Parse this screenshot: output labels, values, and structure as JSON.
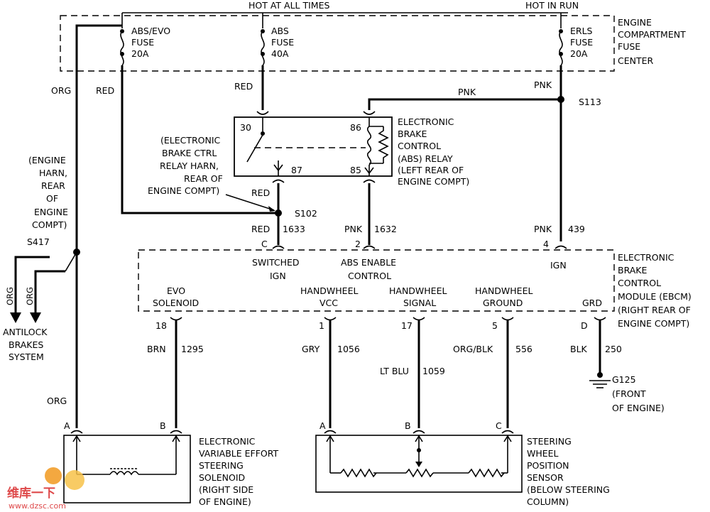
{
  "header": {
    "hot_at_all_times": "HOT AT ALL TIMES",
    "hot_in_run": "HOT IN RUN"
  },
  "fuse_center": {
    "label_lines": [
      "ENGINE",
      "COMPARTMENT",
      "FUSE",
      "CENTER"
    ]
  },
  "fuses": [
    {
      "lines": [
        "ABS/EVO",
        "FUSE",
        "20A"
      ]
    },
    {
      "lines": [
        "ABS",
        "FUSE",
        "40A"
      ]
    },
    {
      "lines": [
        "ERLS",
        "FUSE",
        "20A"
      ]
    }
  ],
  "wires": {
    "org_top": "ORG",
    "red_1": "RED",
    "red_2": "RED",
    "red_3": "RED",
    "red_4": "RED",
    "pnk_1": "PNK",
    "pnk_2": "PNK",
    "pnk_3": "PNK",
    "pnk_4": "PNK",
    "org_abs_1": "ORG",
    "org_abs_2": "ORG",
    "org_bottom": "ORG",
    "brn": "BRN",
    "gry": "GRY",
    "lt_blu": "LT BLU",
    "org_blk": "ORG/BLK",
    "blk": "BLK"
  },
  "circuits": {
    "c1633": "1633",
    "c1632": "1632",
    "c439": "439",
    "c1295": "1295",
    "c1056": "1056",
    "c1059": "1059",
    "c556": "556",
    "c250": "250"
  },
  "splices": {
    "s113": "S113",
    "s102": "S102",
    "s417": "S417"
  },
  "relay": {
    "pins": [
      "30",
      "86",
      "87",
      "85"
    ],
    "label_lines": [
      "ELECTRONIC",
      "BRAKE",
      "CONTROL",
      "(ABS) RELAY",
      "(LEFT REAR OF",
      "ENGINE COMPT)"
    ]
  },
  "relay_harness": {
    "lines": [
      "(ELECTRONIC",
      "BRAKE CTRL",
      "RELAY HARN,",
      "REAR OF",
      "ENGINE COMPT)"
    ]
  },
  "ebcm": {
    "pins": {
      "c": "C",
      "p2": "2",
      "p4": "4",
      "p18": "18",
      "p1": "1",
      "p17": "17",
      "p5": "5",
      "d": "D"
    },
    "inner": {
      "switched_ign": [
        "SWITCHED",
        "IGN"
      ],
      "abs_enable": [
        "ABS ENABLE",
        "CONTROL"
      ],
      "ign": "IGN",
      "evo": [
        "EVO",
        "SOLENOID"
      ],
      "hw_vcc": [
        "HANDWHEEL",
        "VCC"
      ],
      "hw_signal": [
        "HANDWHEEL",
        "SIGNAL"
      ],
      "hw_ground": [
        "HANDWHEEL",
        "GROUND"
      ],
      "grd": "GRD"
    },
    "label_lines": [
      "ELECTRONIC",
      "BRAKE",
      "CONTROL",
      "MODULE (EBCM)",
      "(RIGHT REAR OF",
      "ENGINE COMPT)"
    ]
  },
  "engine_harn": {
    "lines": [
      "(ENGINE",
      "HARN,",
      "REAR",
      "OF",
      "ENGINE",
      "COMPT)"
    ]
  },
  "antilock": {
    "lines": [
      "ANTILOCK",
      "BRAKES",
      "SYSTEM"
    ]
  },
  "ground": {
    "lines": [
      "G125",
      "(FRONT",
      "OF ENGINE)"
    ]
  },
  "solenoid": {
    "pins": {
      "a": "A",
      "b": "B"
    },
    "label_lines": [
      "ELECTRONIC",
      "VARIABLE EFFORT",
      "STEERING",
      "SOLENOID",
      "(RIGHT SIDE",
      "OF ENGINE)"
    ]
  },
  "sensor": {
    "pins": {
      "a": "A",
      "b": "B",
      "c": "C"
    },
    "label_lines": [
      "STEERING",
      "WHEEL",
      "POSITION",
      "SENSOR",
      "(BELOW STEERING",
      "COLUMN)"
    ]
  },
  "watermark": {
    "text": "维库一下",
    "url": "www.dzsc.com"
  }
}
